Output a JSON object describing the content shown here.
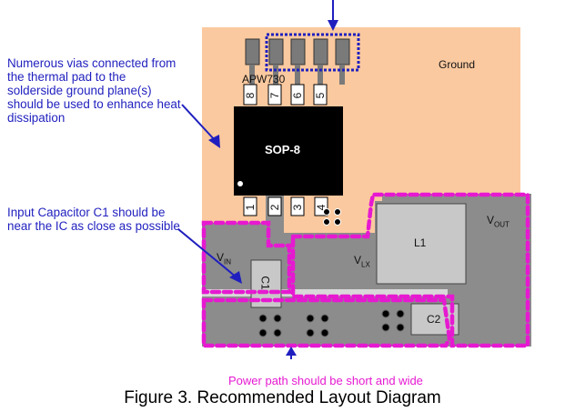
{
  "notes": {
    "vias": "Numerous vias connected from\nthe thermal pad to the\nsolderside ground plane(s)\nshould be used to enhance heat\ndissipation",
    "cap": "Input Capacitor C1 should  be\nnear the IC as close as possible",
    "power_path": "Power path should be short and wide"
  },
  "labels": {
    "ground": "Ground",
    "ic_name": "APW730",
    "package": "SOP-8",
    "vin_main": "V",
    "vin_sub": "IN",
    "vlx_main": "V",
    "vlx_sub": "LX",
    "vout_main": "V",
    "vout_sub": "OUT",
    "l1": "L1",
    "c1": "C1",
    "c2": "C2"
  },
  "pins_top": [
    "8",
    "7",
    "6",
    "5"
  ],
  "pins_bottom": [
    "1",
    "2",
    "3",
    "4"
  ],
  "caption": "Figure 3. Recommended Layout Diagram",
  "colors": {
    "ground_plane": "#fbc99f",
    "copper": "#8c8c8c",
    "chip": "#000000",
    "annotation_blue": "#1f1fbf",
    "power_path_magenta": "#e619d1",
    "component": "#c0c0c0"
  }
}
